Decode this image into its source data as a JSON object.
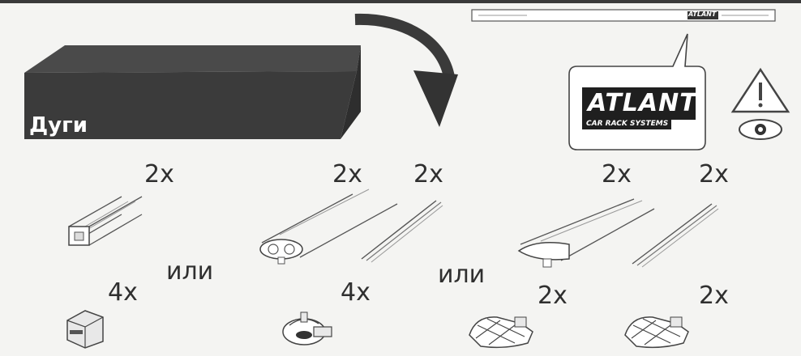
{
  "box": {
    "label": "Дуги"
  },
  "logo": {
    "brand": "ATLANT",
    "tagline": "CAR RACK SYSTEMS",
    "small_brand": "ATLANT"
  },
  "quantities": {
    "bar_a": "2x",
    "bar_b": "2x",
    "strip_b": "2x",
    "bar_c": "2x",
    "strip_c": "2x",
    "foot_a": "4x",
    "foot_b": "4x",
    "foot_c": "2x",
    "foot_d": "2x"
  },
  "alternatives": {
    "or_1": "или",
    "or_2": "или"
  },
  "icons": [
    "warning-triangle-icon",
    "eye-icon",
    "curved-arrow-icon"
  ]
}
